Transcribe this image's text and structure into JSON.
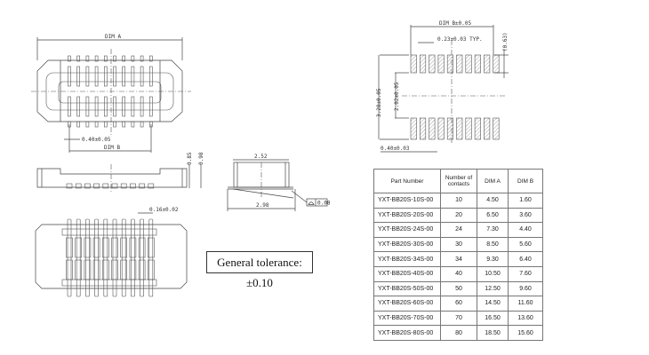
{
  "drawing": {
    "top_view": {
      "dim_a": "DIM A",
      "dim_b": "DIM B",
      "pitch": "0.40±0.05"
    },
    "side_view": {
      "h1": "0.85",
      "h2": "0.98"
    },
    "end_view": {
      "top_width": "2.52",
      "bottom_width": "2.98",
      "flatness": "0.08"
    },
    "bottom_view": {
      "pin_width": "0.16±0.02"
    },
    "footprint": {
      "dim_b": "DIM B±0.05",
      "pad_width": "0.23±0.03 TYP.",
      "pad_length": "(0.63)",
      "outer": "3.28±0.05",
      "inner": "2.02±0.05",
      "pitch": "0.40±0.03"
    },
    "tolerance": "General tolerance:±0.10"
  },
  "table": {
    "headers": [
      "Part Number",
      "Number of contacts",
      "DIM A",
      "DIM B"
    ],
    "rows": [
      [
        "YXT-BB20S-10S-00",
        "10",
        "4.50",
        "1.60"
      ],
      [
        "YXT-BB20S-20S-00",
        "20",
        "6.50",
        "3.60"
      ],
      [
        "YXT-BB20S-24S-00",
        "24",
        "7.30",
        "4.40"
      ],
      [
        "YXT-BB20S-30S-00",
        "30",
        "8.50",
        "5.60"
      ],
      [
        "YXT-BB20S-34S-00",
        "34",
        "9.30",
        "6.40"
      ],
      [
        "YXT-BB20S-40S-00",
        "40",
        "10.50",
        "7.60"
      ],
      [
        "YXT-BB20S-50S-00",
        "50",
        "12.50",
        "9.60"
      ],
      [
        "YXT-BB20S-60S-00",
        "60",
        "14.50",
        "11.60"
      ],
      [
        "YXT-BB20S-70S-00",
        "70",
        "16.50",
        "13.60"
      ],
      [
        "YXT-BB20S-80S-00",
        "80",
        "18.50",
        "15.60"
      ]
    ]
  }
}
